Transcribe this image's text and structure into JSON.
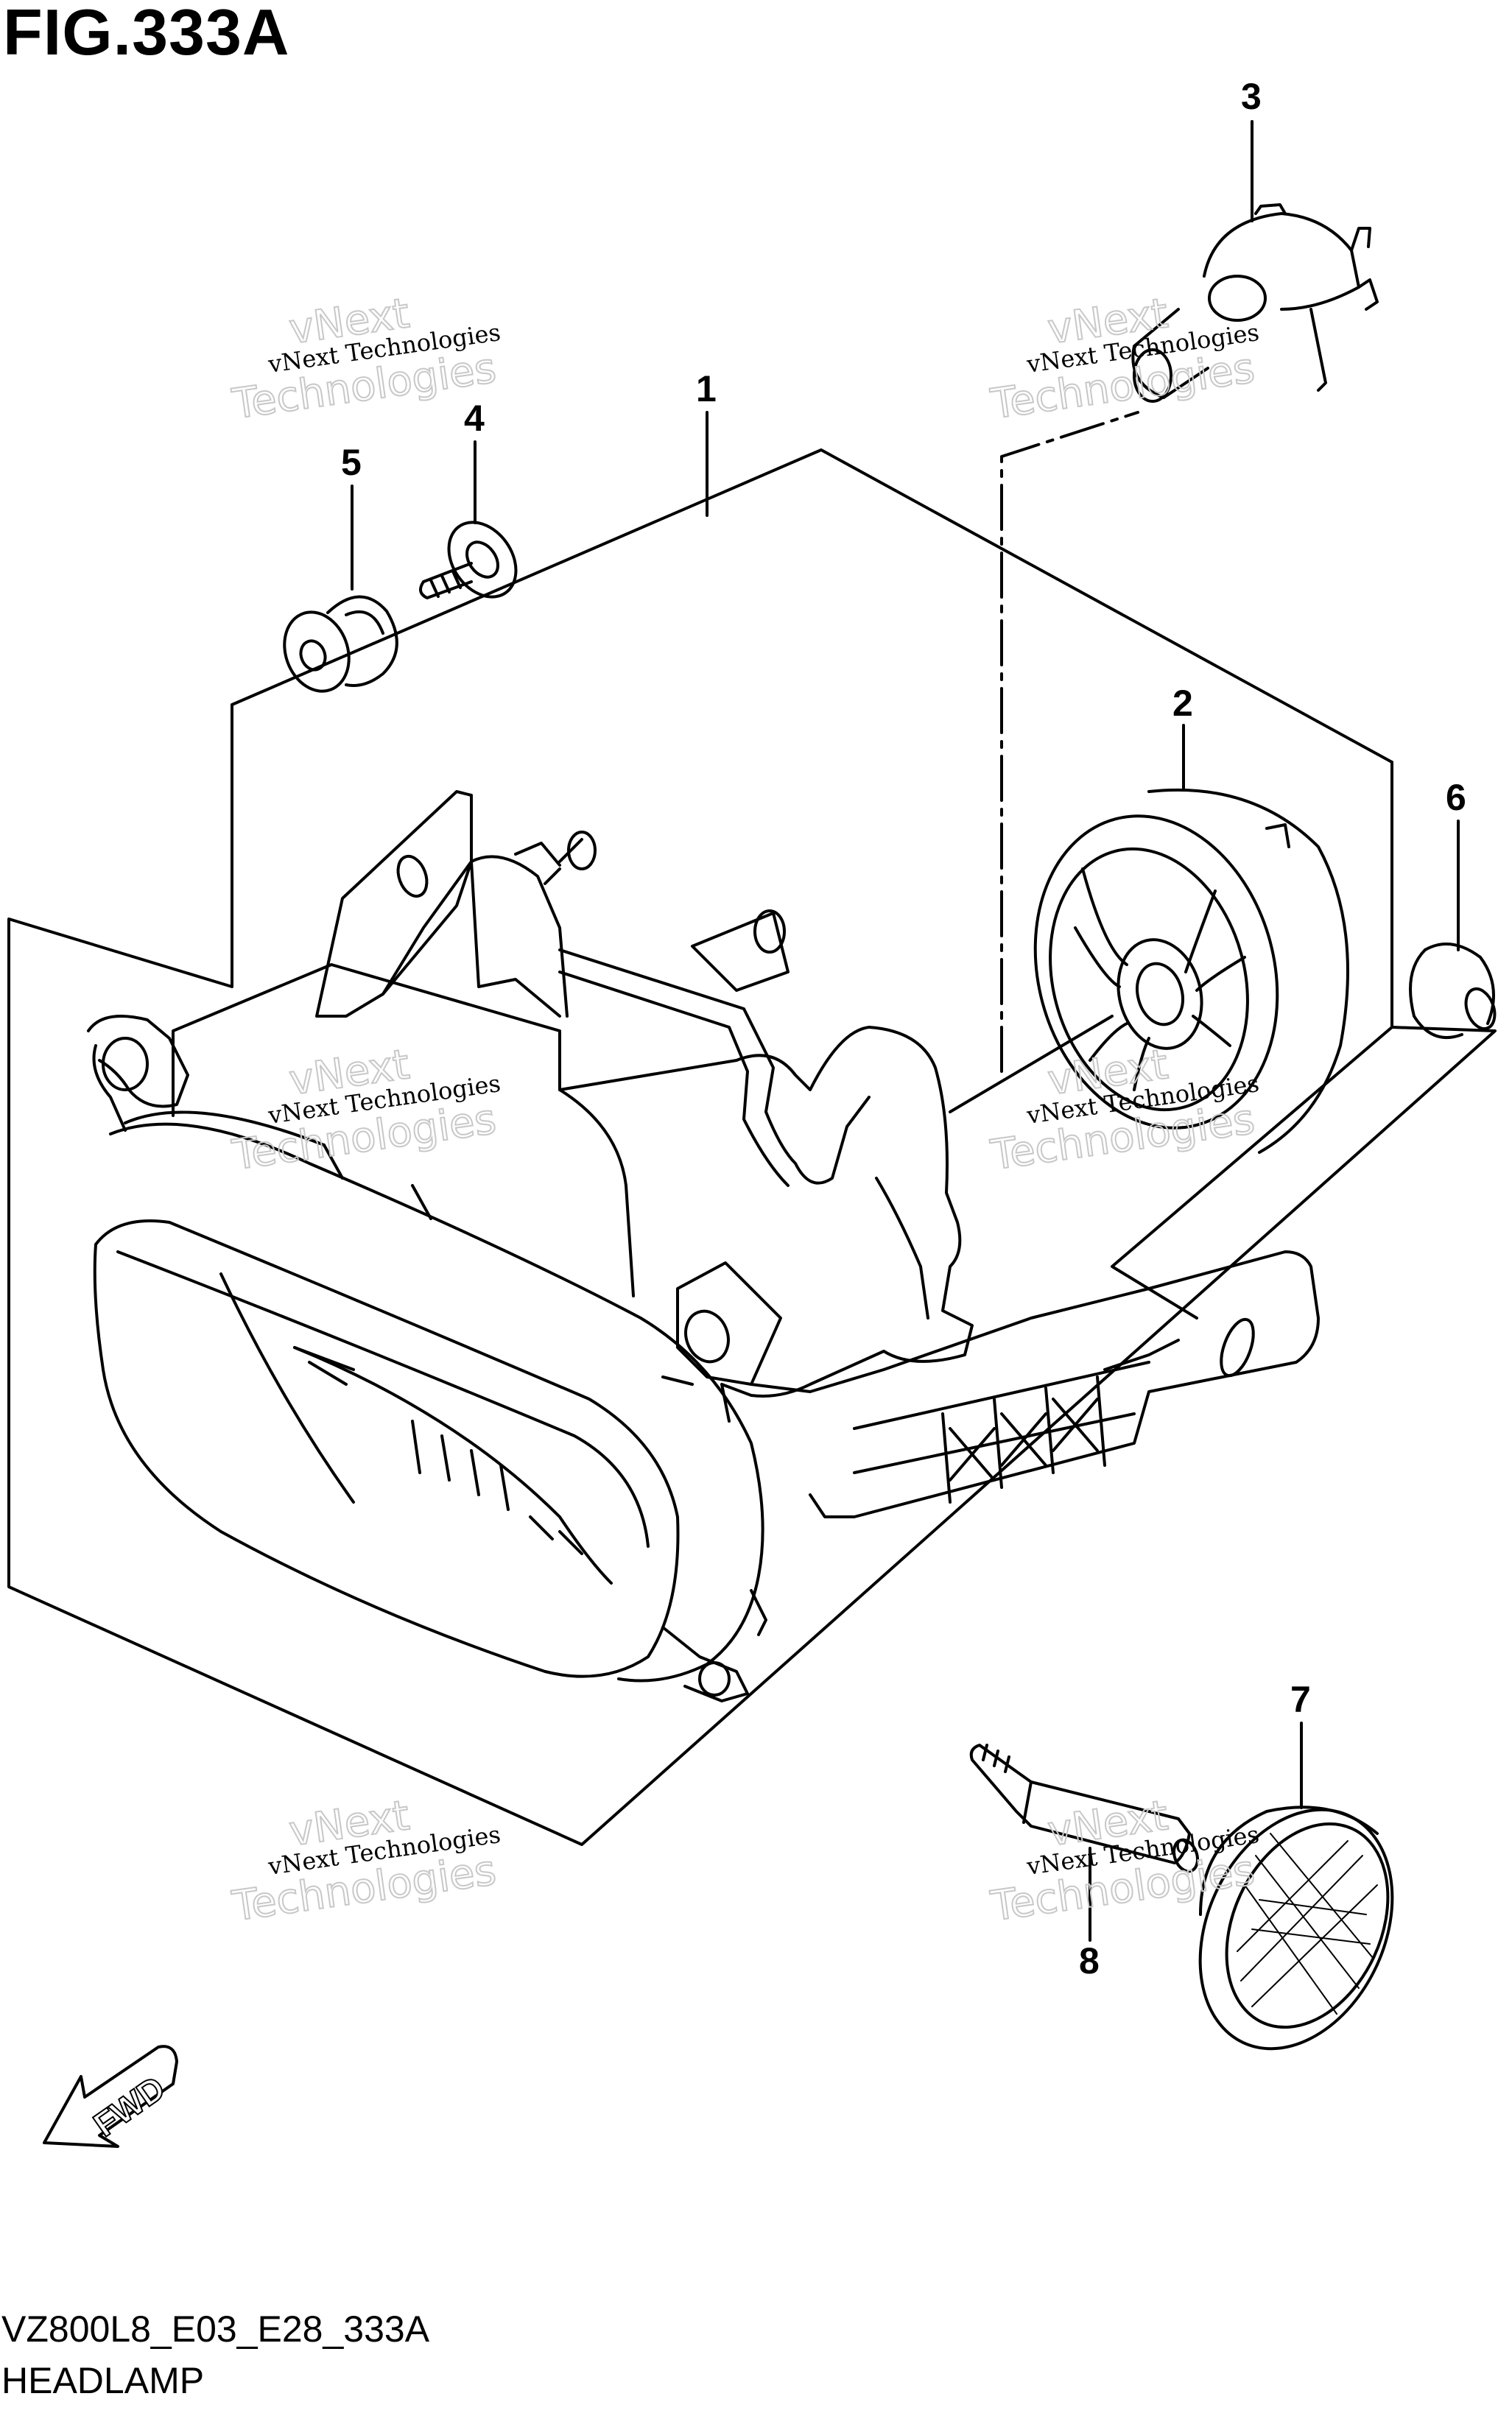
{
  "figure": {
    "title": "FIG.333A",
    "diagram_code": "VZ800L8_E03_E28_333A",
    "diagram_name": "HEADLAMP"
  },
  "callouts": [
    "1",
    "2",
    "3",
    "4",
    "5",
    "6",
    "7",
    "8"
  ],
  "watermark": {
    "line1": "vNext Technologies",
    "line2a": "vNext",
    "line2b": "Technologies"
  },
  "fwd_label": "FWD"
}
